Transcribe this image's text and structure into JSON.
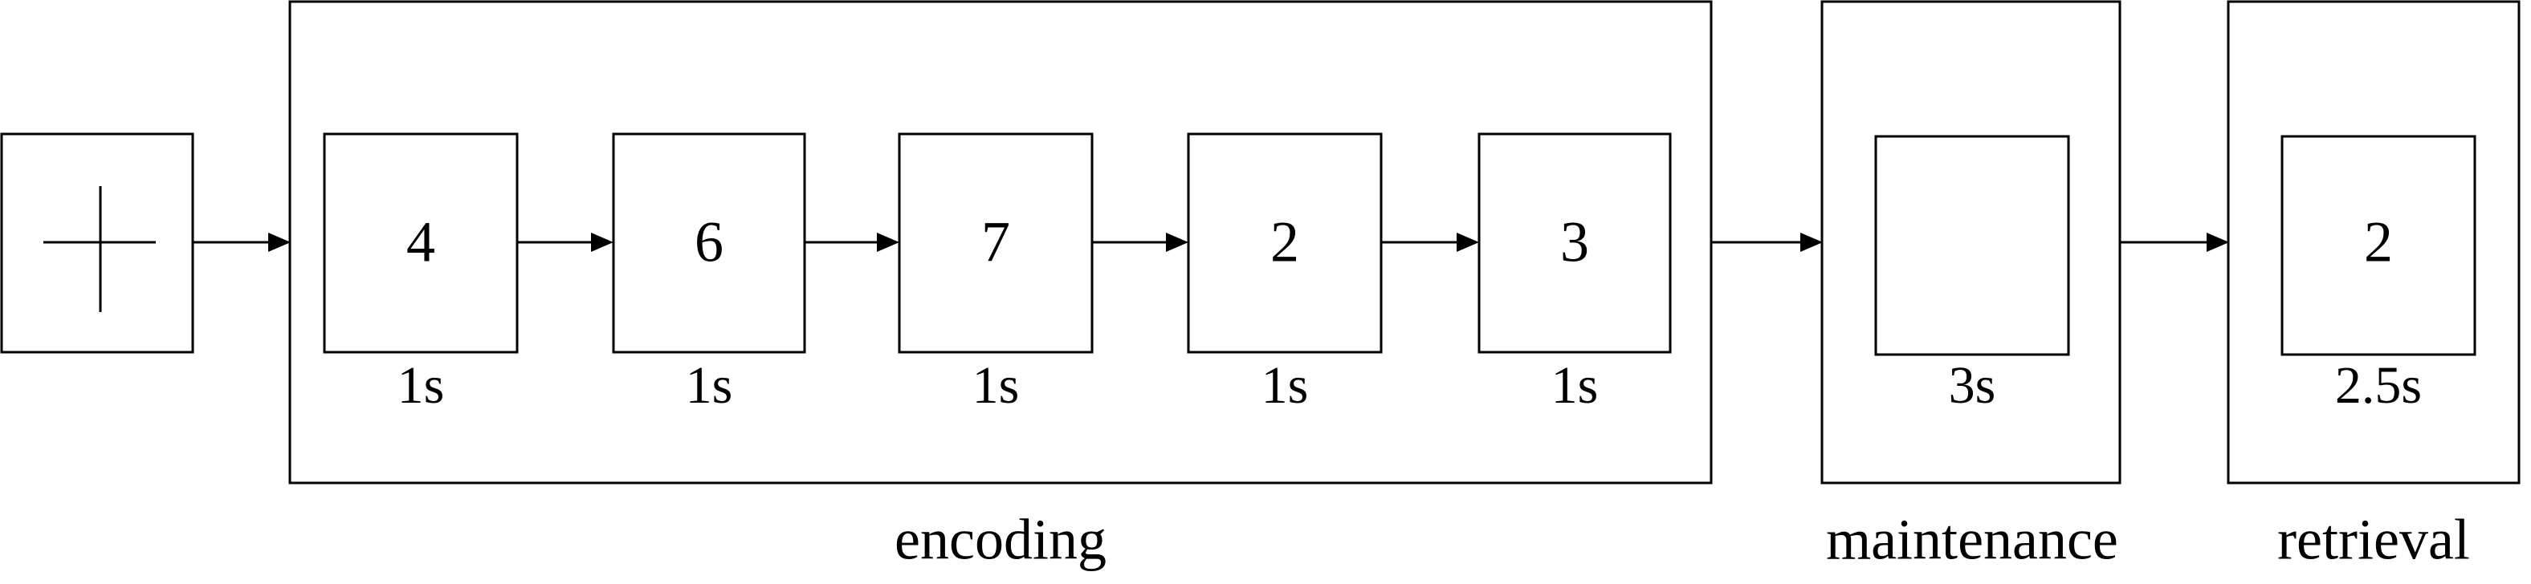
{
  "fixation": {
    "icon": "fixation-cross-icon"
  },
  "encoding": {
    "label": "encoding",
    "items": [
      {
        "digit": "4",
        "duration": "1s"
      },
      {
        "digit": "6",
        "duration": "1s"
      },
      {
        "digit": "7",
        "duration": "1s"
      },
      {
        "digit": "2",
        "duration": "1s"
      },
      {
        "digit": "3",
        "duration": "1s"
      }
    ]
  },
  "maintenance": {
    "label": "maintenance",
    "duration": "3s"
  },
  "retrieval": {
    "label": "retrieval",
    "digit": "2",
    "duration": "2.5s"
  },
  "colors": {
    "stroke": "#000000",
    "background": "#ffffff"
  }
}
